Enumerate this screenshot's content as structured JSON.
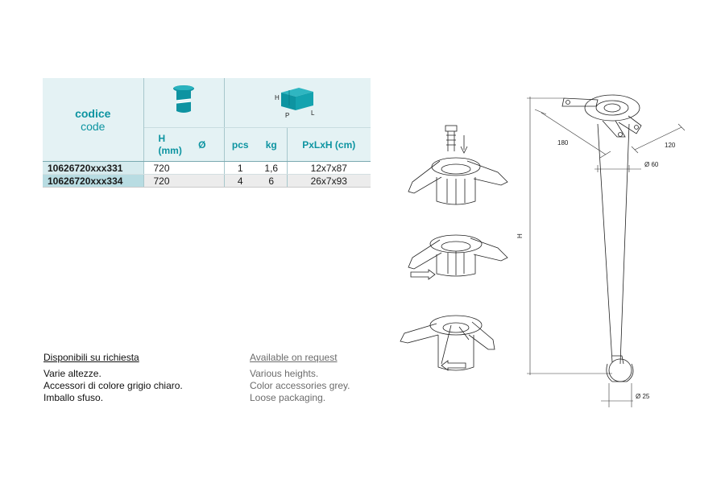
{
  "table": {
    "header": {
      "code_it": "codice",
      "code_en": "code",
      "box_letters": {
        "h": "H",
        "p": "P",
        "l": "L"
      },
      "cols": {
        "height": "H (mm)",
        "diameter": "Ø",
        "pcs": "pcs",
        "kg": "kg",
        "dims": "PxLxH (cm)"
      }
    },
    "rows": [
      {
        "code": "10626720xxx331",
        "height": "720",
        "diameter": "",
        "pcs": "1",
        "kg": "1,6",
        "dims": "12x7x87"
      },
      {
        "code": "10626720xxx334",
        "height": "720",
        "diameter": "",
        "pcs": "4",
        "kg": "6",
        "dims": "26x7x93"
      }
    ]
  },
  "notes": {
    "it": {
      "heading": "Disponibili su richiesta",
      "lines": [
        "Varie altezze.",
        "Accessori di colore grigio chiaro.",
        "Imballo sfuso."
      ]
    },
    "en": {
      "heading": "Available on request",
      "lines": [
        "Various heights.",
        "Color accessories grey.",
        "Loose packaging."
      ]
    }
  },
  "drawing": {
    "dim_180": "180",
    "dim_120": "120",
    "dim_60": "Ø 60",
    "dim_h": "H",
    "dim_25": "Ø 25"
  },
  "colors": {
    "accent": "#0d94a1",
    "header_bg": "#e4f2f4",
    "code_bg_1": "#d6ebee",
    "code_bg_2": "#b8dce2",
    "row_alt_bg": "#ececec"
  }
}
